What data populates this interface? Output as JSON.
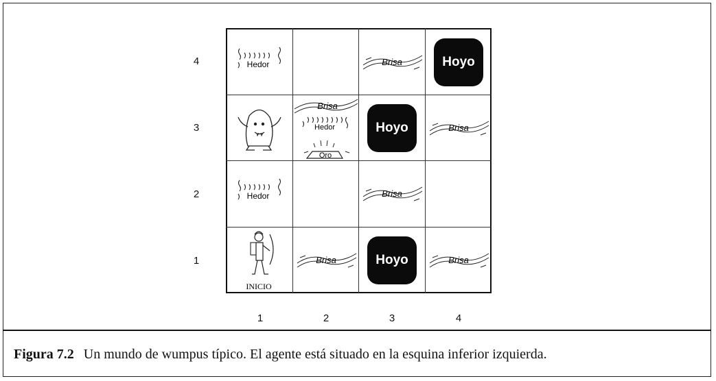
{
  "grid": {
    "row_labels": [
      "4",
      "3",
      "2",
      "1"
    ],
    "col_labels": [
      "1",
      "2",
      "3",
      "4"
    ],
    "cells": {
      "r4c1": {
        "stench": "Hedor"
      },
      "r4c3": {
        "breeze": "Brisa"
      },
      "r4c4": {
        "pit": "Hoyo"
      },
      "r3c1": {
        "wumpus": "wumpus"
      },
      "r3c2": {
        "breeze": "Brisa",
        "stench": "Hedor",
        "gold": "Oro"
      },
      "r3c3": {
        "pit": "Hoyo"
      },
      "r3c4": {
        "breeze": "Brisa"
      },
      "r2c1": {
        "stench": "Hedor"
      },
      "r2c3": {
        "breeze": "Brisa"
      },
      "r1c1": {
        "start": "INICIO"
      },
      "r1c2": {
        "breeze": "Brisa"
      },
      "r1c3": {
        "pit": "Hoyo"
      },
      "r1c4": {
        "breeze": "Brisa"
      }
    }
  },
  "caption": {
    "number": "Figura 7.2",
    "text": "Un mundo de wumpus típico. El agente está situado en la esquina inferior izquierda."
  }
}
